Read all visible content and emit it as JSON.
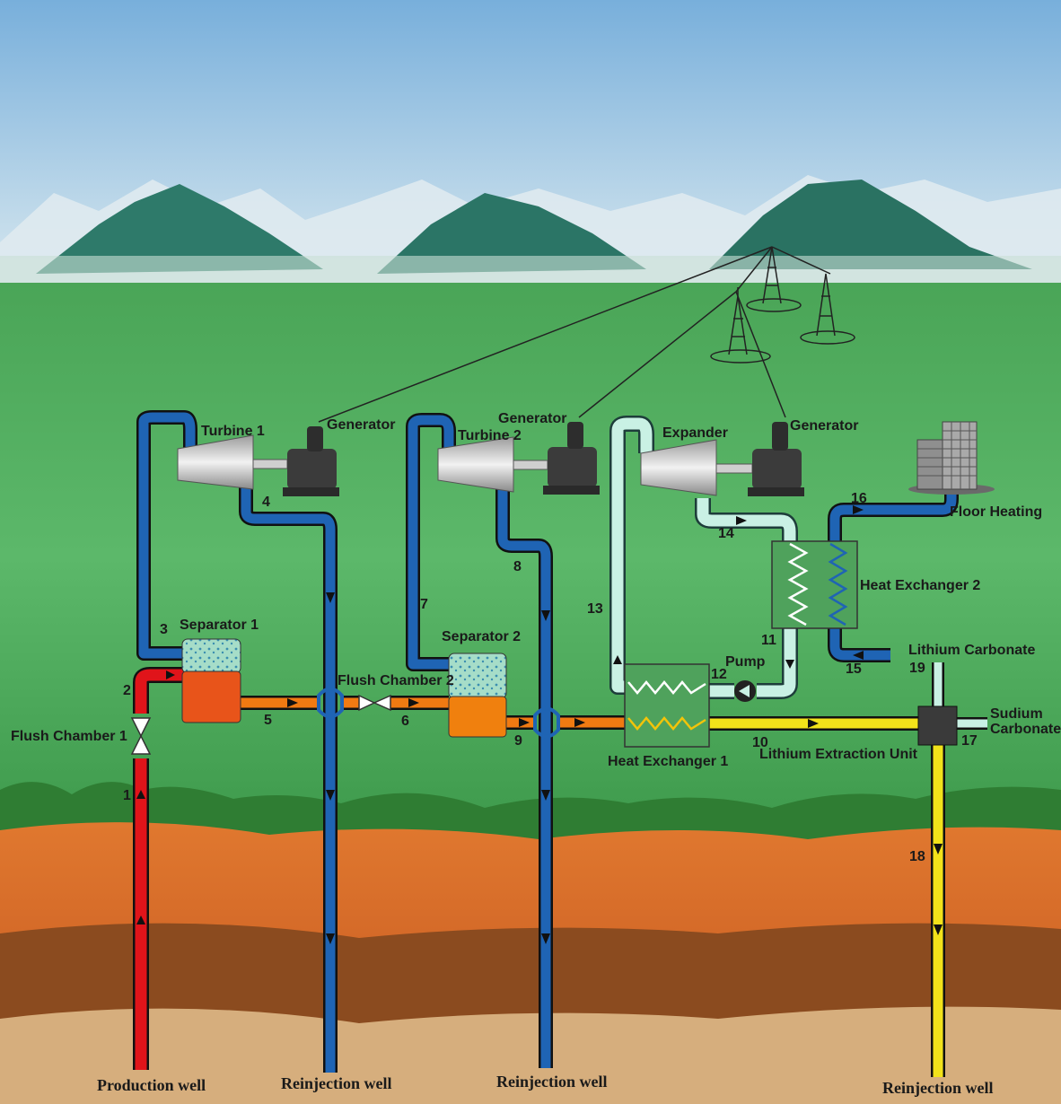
{
  "labels": {
    "turbine1": "Turbine 1",
    "turbine2": "Turbine 2",
    "expander": "Expander",
    "generator1": "Generator",
    "generator2": "Generator",
    "generator3": "Generator",
    "separator1": "Separator 1",
    "separator2": "Separator 2",
    "flush_chamber1": "Flush Chamber 1",
    "flush_chamber2": "Flush Chamber 2",
    "heat_exchanger1": "Heat Exchanger 1",
    "heat_exchanger2": "Heat Exchanger 2",
    "pump": "Pump",
    "floor_heating": "Floor Heating",
    "lithium_carbonate": "Lithium Carbonate",
    "sodium_carbonate_line1": "Sudium",
    "sodium_carbonate_line2": "Carbonate",
    "lithium_extraction_unit": "Lithium Extraction Unit"
  },
  "wells": {
    "production": "Production well",
    "reinjection1": "Reinjection well",
    "reinjection2": "Reinjection well",
    "reinjection3": "Reinjection well"
  },
  "state_numbers": [
    "1",
    "2",
    "3",
    "4",
    "5",
    "6",
    "7",
    "8",
    "9",
    "10",
    "11",
    "12",
    "13",
    "14",
    "15",
    "16",
    "17",
    "18",
    "19"
  ],
  "colors": {
    "sky_top": "#7fb3dc",
    "sky_bottom": "#cde2ef",
    "grass_top": "#3f9c4c",
    "grass_bottom": "#6fc27c",
    "soil_orange": "#d9682a",
    "soil_dark": "#8a4a1e",
    "bedrock": "#d9b07e",
    "hot_brine": "#e0141a",
    "steam": "#1f64b4",
    "brine_orange": "#f07a12",
    "lithium_brine": "#f2e21a",
    "working_fluid": "#c9f1e4",
    "heating_water": "#1f64b4"
  }
}
